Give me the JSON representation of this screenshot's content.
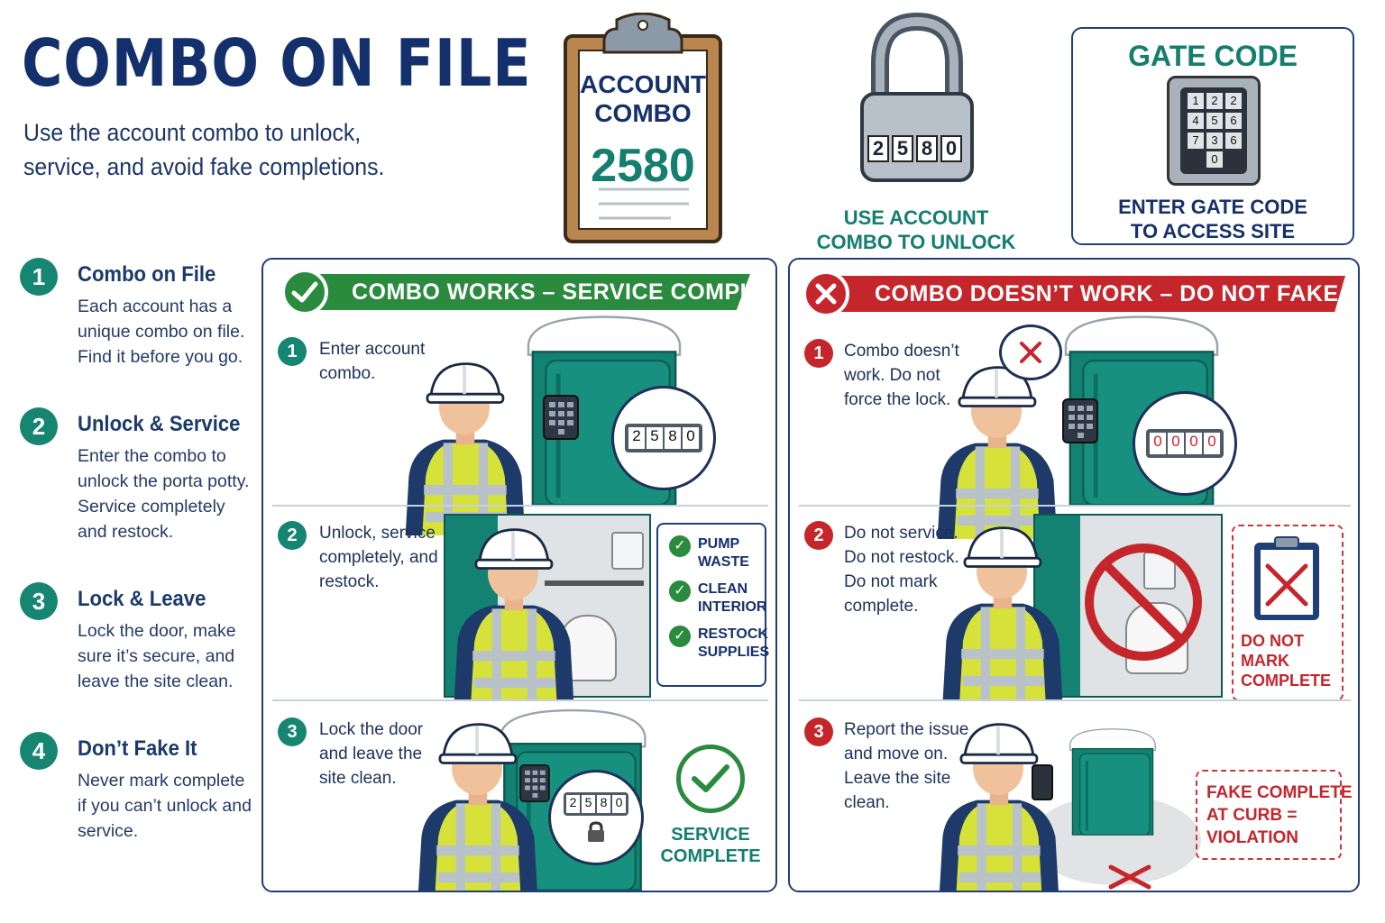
{
  "header": {
    "title": "COMBO ON FILE",
    "subtitle": "Use the account combo to unlock, service, and avoid fake completions."
  },
  "clipboard": {
    "line1": "ACCOUNT",
    "line2": "COMBO",
    "code": "2580"
  },
  "padlock": {
    "digits": [
      "2",
      "5",
      "8",
      "0"
    ],
    "caption1": "USE ACCOUNT",
    "caption2": "COMBO TO UNLOCK"
  },
  "gate": {
    "title": "GATE CODE",
    "keys": [
      "1",
      "2",
      "2",
      "4",
      "5",
      "6",
      "7",
      "3",
      "6",
      "0"
    ],
    "caption1": "ENTER GATE CODE",
    "caption2": "TO ACCESS SITE"
  },
  "sidebar": {
    "steps": [
      {
        "num": "1",
        "heading": "Combo on File",
        "text": "Each account has a unique combo on file. Find it before you go."
      },
      {
        "num": "2",
        "heading": "Unlock & Service",
        "text": "Enter the combo to unlock the porta potty. Service completely and restock."
      },
      {
        "num": "3",
        "heading": "Lock & Leave",
        "text": "Lock the door, make sure it’s secure, and leave the site clean."
      },
      {
        "num": "4",
        "heading": "Don’t Fake It",
        "text": "Never mark complete if you can’t unlock and service."
      }
    ]
  },
  "works": {
    "banner": "COMBO WORKS – SERVICE COMPLETE",
    "steps": [
      {
        "num": "1",
        "text": "Enter account combo."
      },
      {
        "num": "2",
        "text": "Unlock, service completely, and restock."
      },
      {
        "num": "3",
        "text": "Lock the door and leave the site clean."
      }
    ],
    "lock_digits_1": [
      "2",
      "5",
      "8",
      "0"
    ],
    "lock_digits_3": [
      "2",
      "5",
      "8",
      "0"
    ],
    "checklist": [
      {
        "l1": "PUMP",
        "l2": "WASTE"
      },
      {
        "l1": "CLEAN",
        "l2": "INTERIOR"
      },
      {
        "l1": "RESTOCK",
        "l2": "SUPPLIES"
      }
    ],
    "complete1": "SERVICE",
    "complete2": "COMPLETE"
  },
  "fails": {
    "banner": "COMBO DOESN’T WORK – DO NOT FAKE IT",
    "steps": [
      {
        "num": "1",
        "text": "Combo doesn’t work. Do not force the lock."
      },
      {
        "num": "2",
        "text": "Do not service. Do not restock. Do not mark complete."
      },
      {
        "num": "3",
        "text": "Report the issue and move on. Leave the site clean."
      }
    ],
    "lock_digits": [
      "0",
      "0",
      "0",
      "0"
    ],
    "donot1": "DO NOT",
    "donot2": "MARK",
    "donot3": "COMPLETE",
    "fake1": "FAKE COMPLETE",
    "fake2": "AT CURB =",
    "fake3": "VIOLATION"
  },
  "colors": {
    "navy": "#16306b",
    "teal": "#137e6e",
    "green": "#2a8a3e",
    "red": "#c5262c"
  }
}
